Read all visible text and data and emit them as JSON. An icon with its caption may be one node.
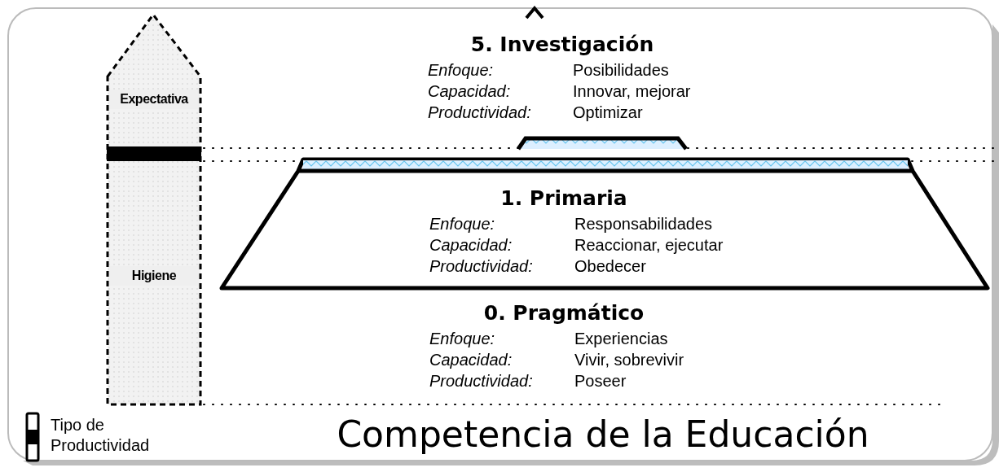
{
  "diagram": {
    "title": "Competencia de la Educación",
    "nodes": [
      {
        "text": [
          "Expectativa",
          "Higiene"
        ]
      },
      {
        "text": [
          "5. Investigación",
          "Enfoque:",
          "Posibilidades",
          "Capacidad:",
          "Innovar, mejorar",
          "Productividad:",
          "Optimizar"
        ]
      },
      {
        "text": [
          "1. Primaria",
          "Enfoque:",
          "Responsabilidades",
          "Capacidad:",
          "Reaccionar, ejecutar",
          "Productividad:",
          "Obedecer"
        ]
      }
    ],
    "edges": [],
    "labels": [
      "0. Pragmático",
      "Enfoque:",
      "Experiencias",
      "Capacidad:",
      "Vivir, sobrevivir",
      "Productividad:",
      "Poseer"
    ],
    "legend": [
      {
        "text": "Tipo de Productividad"
      }
    ]
  }
}
